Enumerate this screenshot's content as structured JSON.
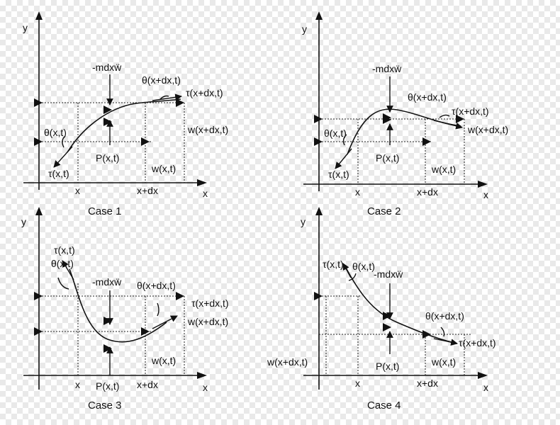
{
  "panels": [
    {
      "caption": "Case 1",
      "axis_x": "x",
      "axis_y": "y",
      "labels": {
        "x_pos": "x",
        "xdx_pos": "x+dx",
        "force": "-mdxẅ",
        "theta_left": "θ(x,t)",
        "tau_left": "τ(x,t)",
        "theta_right": "θ(x+dx,t)",
        "tau_right": "τ(x+dx,t)",
        "p": "P(x,t)",
        "w_left": "w(x,t)",
        "w_right": "w(x+dx,t)"
      }
    },
    {
      "caption": "Case 2",
      "axis_x": "x",
      "axis_y": "y",
      "labels": {
        "x_pos": "x",
        "xdx_pos": "x+dx",
        "force": "-mdxẅ",
        "theta_left": "θ(x,t)",
        "tau_left": "τ(x,t)",
        "theta_right": "θ(x+dx,t)",
        "tau_right": "τ(x+dx,t)",
        "p": "P(x,t)",
        "w_left": "w(x,t)",
        "w_right": "w(x+dx,t)"
      }
    },
    {
      "caption": "Case 3",
      "axis_x": "x",
      "axis_y": "y",
      "labels": {
        "x_pos": "x",
        "xdx_pos": "x+dx",
        "force": "-mdxẅ",
        "theta_left": "θ(x,t)",
        "tau_left": "τ(x,t)",
        "theta_right": "θ(x+dx,t)",
        "tau_right": "τ(x+dx,t)",
        "p": "P(x,t)",
        "w_left": "w(x,t)",
        "w_right": "w(x+dx,t)"
      }
    },
    {
      "caption": "Case 4",
      "axis_x": "x",
      "axis_y": "y",
      "labels": {
        "x_pos": "x",
        "xdx_pos": "x+dx",
        "force": "-mdxẅ",
        "theta_left": "θ(x,t)",
        "tau_left": "τ(x,t)",
        "theta_right": "θ(x+dx,t)",
        "tau_right": "τ(x+dx,t)",
        "p": "P(x,t)",
        "w_left": "w(x,t)",
        "w_right": "w(x+dx,t)"
      }
    }
  ]
}
